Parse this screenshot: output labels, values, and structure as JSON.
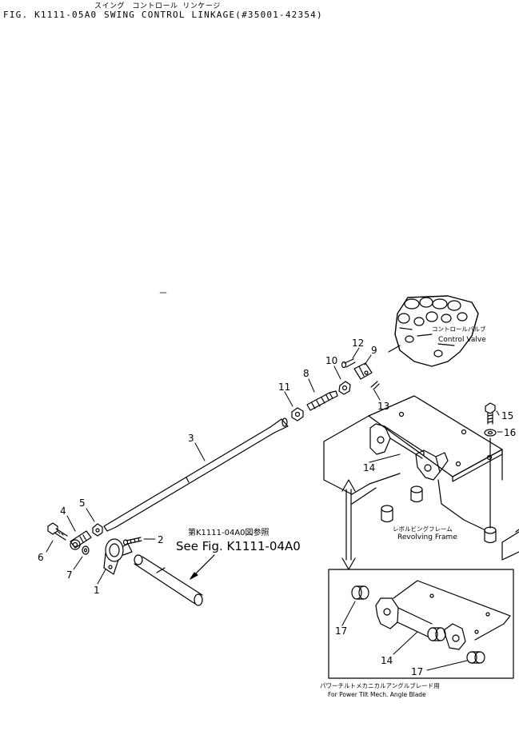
{
  "header": {
    "title_jp": "スイング　コントロール リンケージ",
    "figure_number": "FIG. K1111-05A0",
    "figure_title": "SWING CONTROL LINKAGE(#35001-42354)"
  },
  "callouts": [
    "1",
    "2",
    "3",
    "4",
    "5",
    "6",
    "7",
    "8",
    "9",
    "10",
    "11",
    "12",
    "13",
    "14",
    "14",
    "15",
    "16",
    "17",
    "17"
  ],
  "labels": {
    "control_valve_jp": "コントロールバルブ",
    "control_valve_en": "Control Valve",
    "revolving_frame_jp": "レボルビングフレーム",
    "revolving_frame_en": "Revolving Frame",
    "see_fig_jp": "第K1111-04A0図参照",
    "see_fig_en": "See Fig. K1111-04A0",
    "blade_note_jp": "パワーチルトメカニカルアングルブレード用",
    "blade_note_en": "For Power Tilt Mech. Angle Blade"
  }
}
